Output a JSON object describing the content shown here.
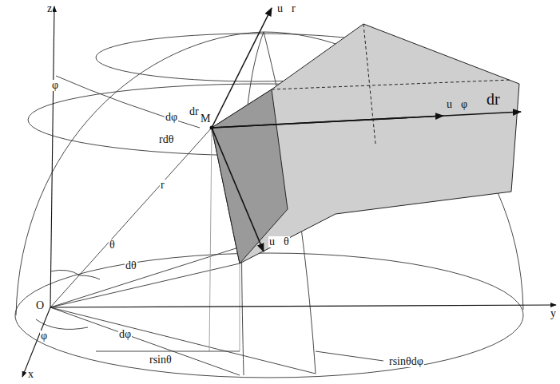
{
  "diagram": {
    "labels": [
      "z",
      "u⃗r",
      "dr",
      "φ",
      "dφ",
      "M",
      "u⃗φ",
      "dr⃗",
      "rdθ",
      "r",
      "u⃗θ",
      "θ",
      "dθ",
      "O",
      "φ",
      "dφ",
      "rsinθ",
      "rsinθdφ",
      "x",
      "y"
    ]
  }
}
